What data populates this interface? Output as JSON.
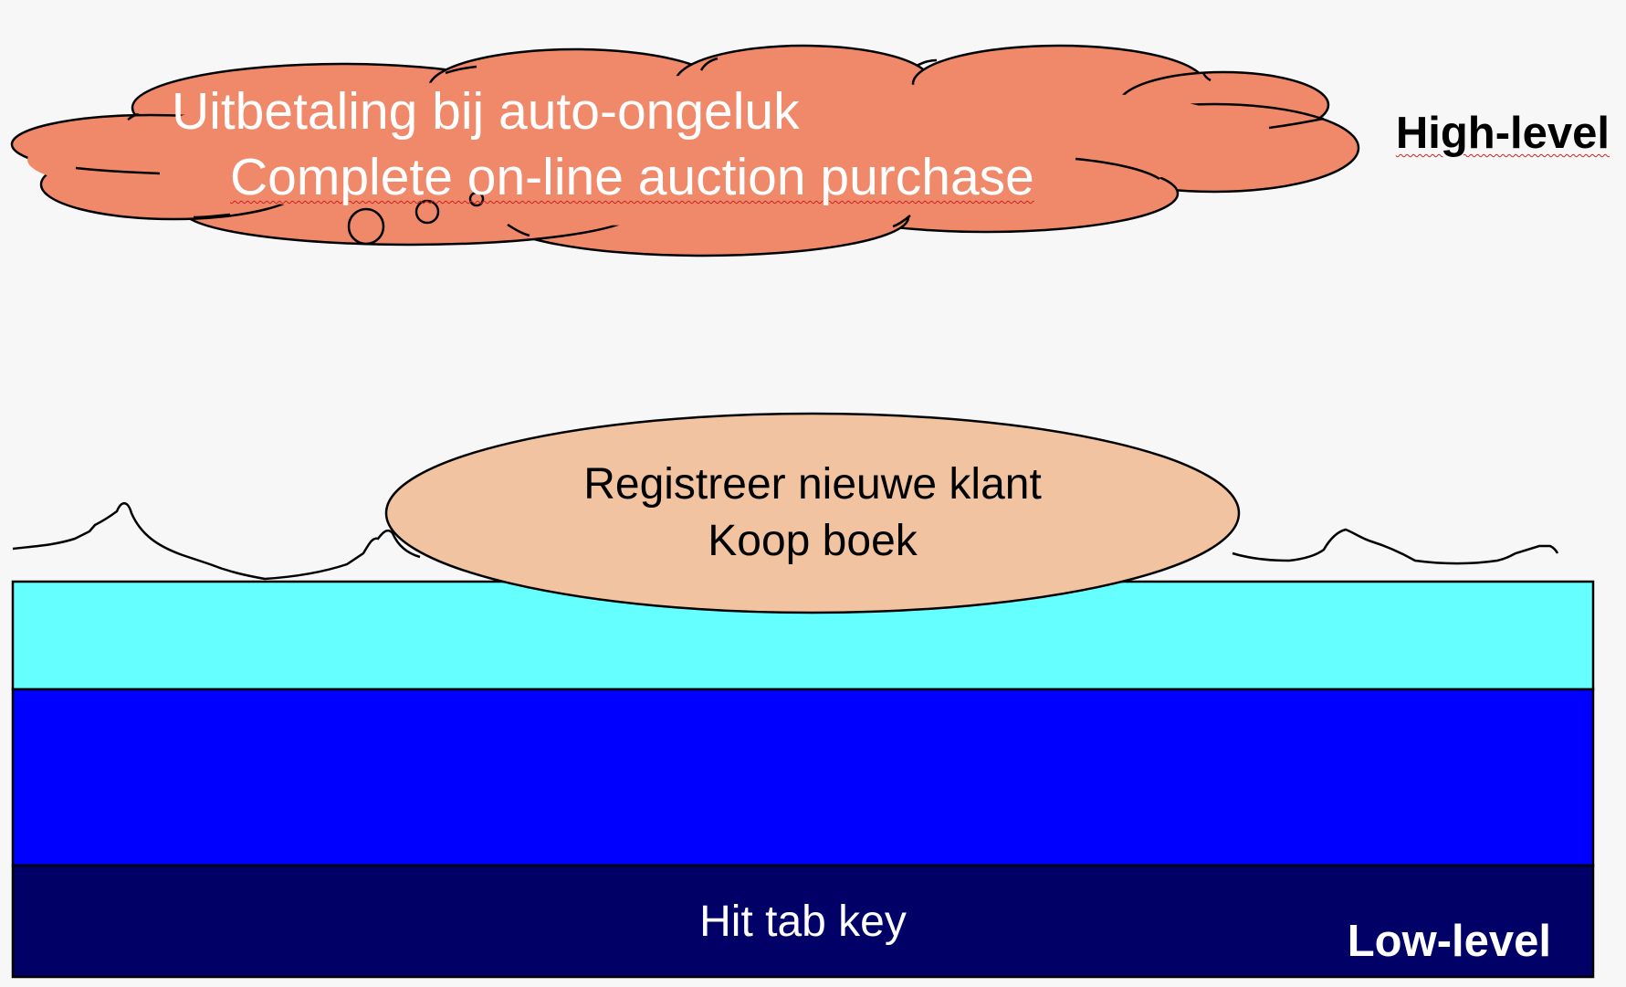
{
  "cloud": {
    "line1": "Uitbetaling bij auto-ongeluk",
    "line2": "Complete on-line auction purchase"
  },
  "labels": {
    "high": "High-level",
    "low": "Low-level"
  },
  "ellipse": {
    "line1": "Registreer nieuwe klant",
    "line2": "Koop boek"
  },
  "bottom_band": {
    "text": "Hit tab key"
  },
  "colors": {
    "background": "#f7f7f7",
    "cloud_fill": "#f0896a",
    "ellipse_fill": "#f1c3a0",
    "band_top": "#66ffff",
    "band_middle": "#0000ff",
    "band_bottom": "#000066"
  }
}
